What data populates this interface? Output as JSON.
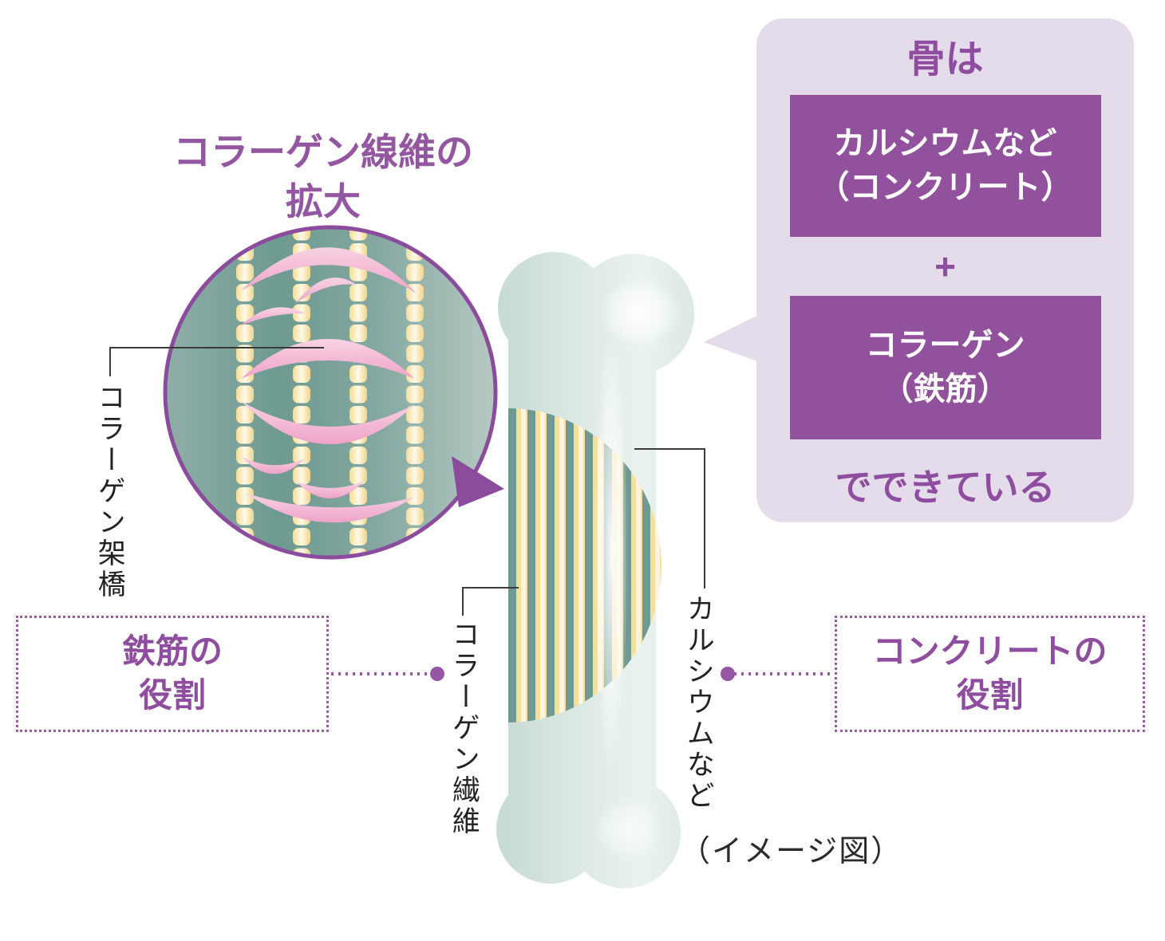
{
  "magnifier": {
    "title": "コラーゲン線維の\n拡大",
    "crosslink_label": "コラーゲン架橋"
  },
  "bone_labels": {
    "collagen_fiber": "コラーゲン繊維",
    "calcium": "カルシウムなど",
    "caption": "（イメージ図）"
  },
  "role_boxes": {
    "rebar": "鉄筋の\n役割",
    "concrete": "コンクリートの\n役割"
  },
  "bubble": {
    "heading": "骨は",
    "component_concrete": "カルシウムなど\n（コンクリート）",
    "plus": "+",
    "component_rebar": "コラーゲン\n（鉄筋）",
    "footer": "でできている"
  },
  "icons": {
    "magnifier_pointer": "triangle-arrow-icon",
    "connector_dot": "filled-circle-dot",
    "bubble_tail": "speech-tail-left"
  },
  "palette": {
    "purple_text": "#8e4d9e",
    "purple_box": "#92519c",
    "purple_border": "#9b5aa5",
    "lavender_bubble": "#e4dbeb",
    "teal_fiber": "#6e9a94",
    "gold_stripe": "#f7df9a",
    "cream_stripe": "#fff5dd",
    "pink_crosslink": "#efa5c8",
    "bone_mint": "#dceae5",
    "leader_line": "#3b3b3b"
  }
}
